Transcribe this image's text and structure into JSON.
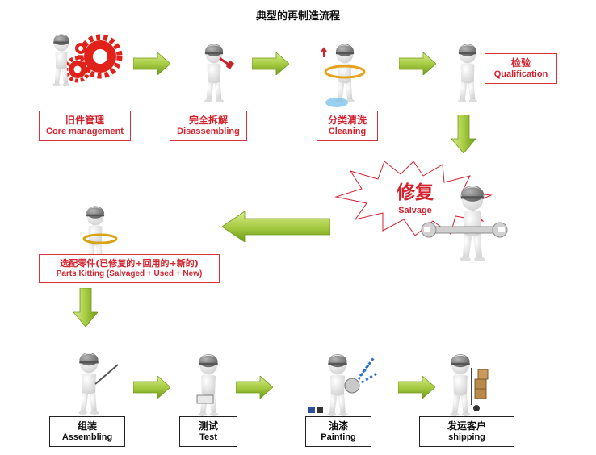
{
  "title": "典型的再制造流程",
  "colors": {
    "label_red": "#d3232e",
    "arrow_green_light": "#cfe47a",
    "arrow_green_dark": "#7ea81e",
    "gear_red": "#e0221b",
    "figure_white": "#f2f2f2",
    "helmet_gray": "#7c7c7c"
  },
  "steps": {
    "core": {
      "zh": "旧件管理",
      "en": "Core management",
      "icon": "gears-icon"
    },
    "disassembly": {
      "zh": "完全拆解",
      "en": "Disassembling",
      "icon": "hammer-icon"
    },
    "cleaning": {
      "zh": "分类清洗",
      "en": "Cleaning",
      "icon": "hula-hoop-icon"
    },
    "qualification": {
      "zh": "检验",
      "en": "Qualification",
      "icon": "figure-icon"
    },
    "salvage": {
      "zh": "修复",
      "en": "Salvage",
      "icon": "wrench-icon"
    },
    "kitting": {
      "zh": "选配零件(已修复的+回用的+新的)",
      "en": "Parts Kitting (Salvaged + Used + New)",
      "icon": "magnifier-icon"
    },
    "assembling": {
      "zh": "组装",
      "en": "Assembling",
      "icon": "screwdriver-icon"
    },
    "test": {
      "zh": "测试",
      "en": "Test",
      "icon": "toolbox-icon"
    },
    "painting": {
      "zh": "油漆",
      "en": "Painting",
      "icon": "paint-bucket-icon"
    },
    "shipping": {
      "zh": "发运客户",
      "en": "shipping",
      "icon": "hand-truck-icon"
    }
  }
}
